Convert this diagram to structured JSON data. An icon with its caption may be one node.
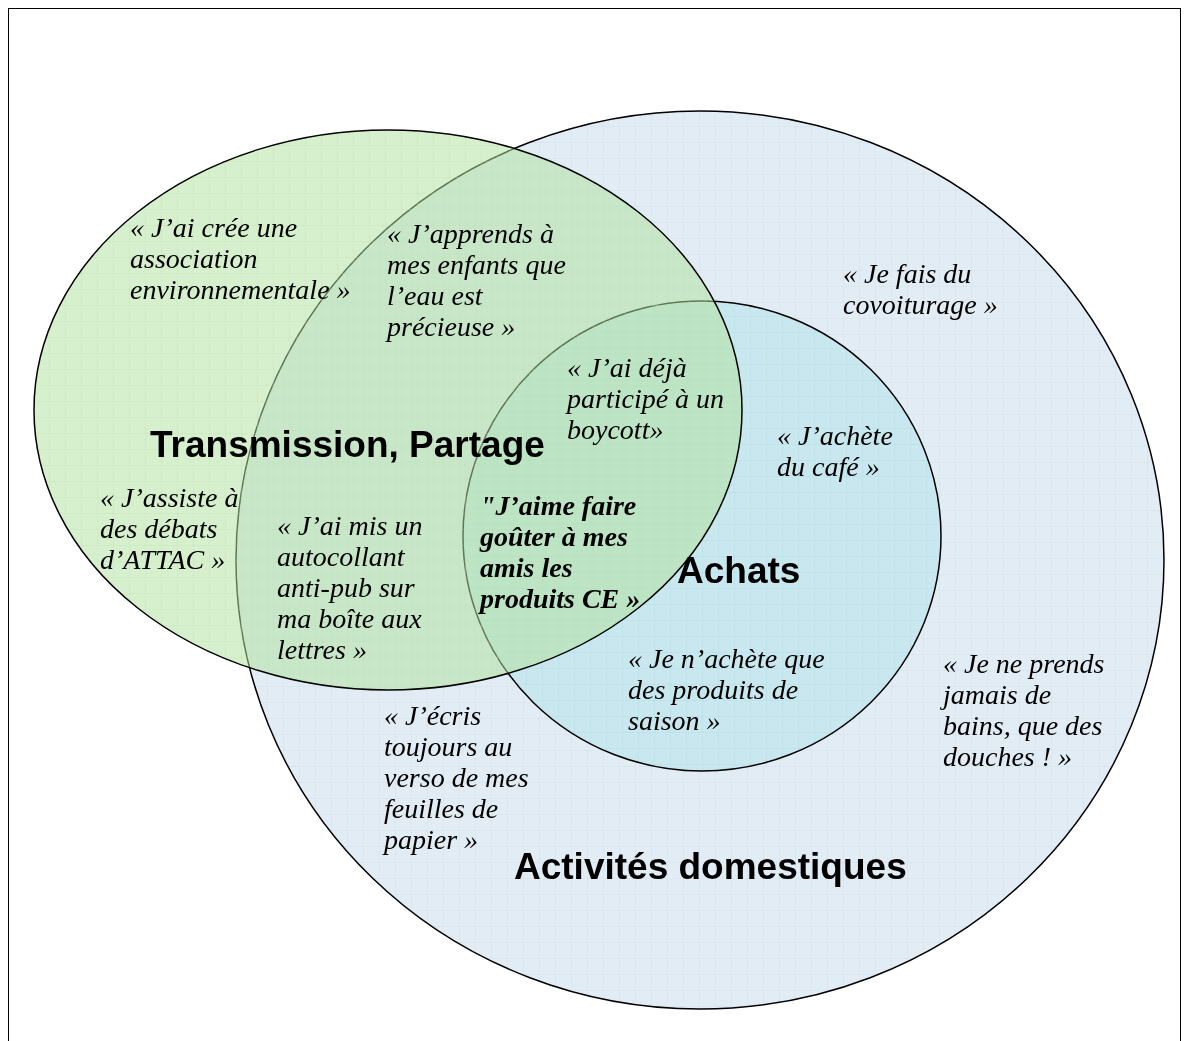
{
  "diagram": {
    "nodes": [
      {
        "text": [
          "Transmission, Partage"
        ]
      },
      {
        "text": [
          "Activités domestiques"
        ]
      },
      {
        "text": [
          "Achats"
        ],
        "in": 1
      }
    ],
    "labels": [
      "« J’ai crée une association environnementale »",
      "« J’apprends à mes enfants que l’eau est précieuse »",
      "« Je fais du covoiturage »",
      "« J’ai déjà participé à un boycott»",
      "« J’achète du café »",
      "« J’assiste à des débats d’ATTAC »",
      "« J’ai mis un autocollant anti-pub sur ma boîte aux lettres »",
      "\"J’aime faire goûter à mes amis les produits CE »",
      "« Je n’achète que des produits de saison »",
      "« Je ne prends jamais de bains, que des douches ! »",
      "« J’écris toujours au verso de mes feuilles de papier »"
    ]
  }
}
